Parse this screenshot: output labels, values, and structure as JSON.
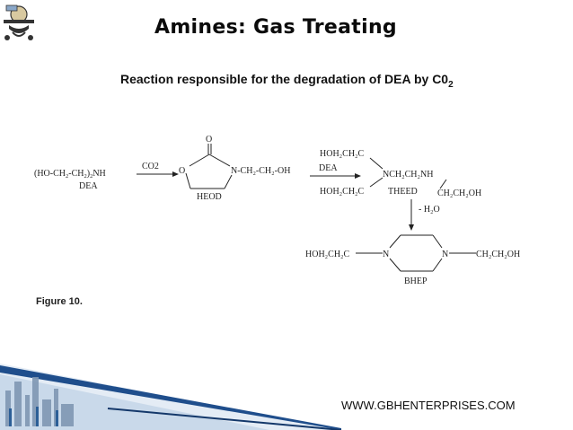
{
  "slide": {
    "title": "Amines: Gas Treating",
    "subtitle_main": "Reaction responsible for the degradation of DEA by C0",
    "subtitle_sub": "2",
    "website": "WWW.GBHENTERPRISES.COM"
  },
  "diagram": {
    "dea_formula": "(HO-CH",
    "dea_formula_sub1": "2",
    "dea_formula_mid": "-CH",
    "dea_formula_sub2": "2",
    "dea_formula_end": ")",
    "dea_formula_sub3": "2",
    "dea_formula_nh": "NH",
    "dea_label": "DEA",
    "co2_reagent": "CO2",
    "heod_n_chain": "N-CH₂-CH₂-OH",
    "heod_o_ring": "O",
    "heod_o_carbonyl": "O",
    "heod_label": "HEOD",
    "dea_reagent": "DEA",
    "theed_branch_top": "HOH₂CH₂C",
    "theed_branch_bottom": "HOH₂CH₂C",
    "theed_chain": "NCH₂CH₂NH",
    "theed_label": "THEED",
    "theed_side": "CH₂CH₂OH",
    "water_loss": "- H₂O",
    "bhep_left": "HOH₂CH₂C",
    "bhep_n_left": "N",
    "bhep_n_right": "N",
    "bhep_right": "CH₂CH₂OH",
    "bhep_label": "BHEP",
    "figure_caption": "Figure 10."
  },
  "colors": {
    "background": "#ffffff",
    "text": "#111111",
    "footer_blue": "#1f4e8c",
    "footer_light": "#c9d9ea"
  }
}
